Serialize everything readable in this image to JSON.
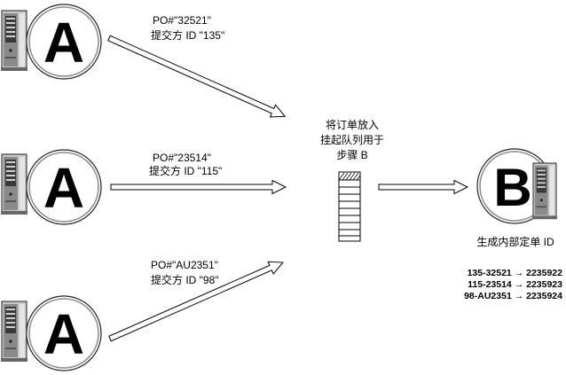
{
  "diagram": {
    "submitters": [
      {
        "node_label": "A",
        "po": "PO#\"32521\"",
        "submitter_id": "提交方 ID \"135\""
      },
      {
        "node_label": "A",
        "po": "PO#\"23514\"",
        "submitter_id": "提交方 ID \"115\""
      },
      {
        "node_label": "A",
        "po": "PO#\"AU2351\"",
        "submitter_id": "提交方 ID \"98\""
      }
    ],
    "queue_note": [
      "将订单放入",
      "挂起队列用于",
      "步骤 B"
    ],
    "processor": {
      "node_label": "B",
      "caption": "生成内部定单 ID",
      "mappings": [
        "135-32521 → 2235922",
        "115-23514 → 2235923",
        "98-AU2351 → 2235924"
      ]
    },
    "icons": {
      "server": "server-tower-icon",
      "queue": "queue-icon",
      "arrow": "hollow-arrow-icon"
    }
  }
}
